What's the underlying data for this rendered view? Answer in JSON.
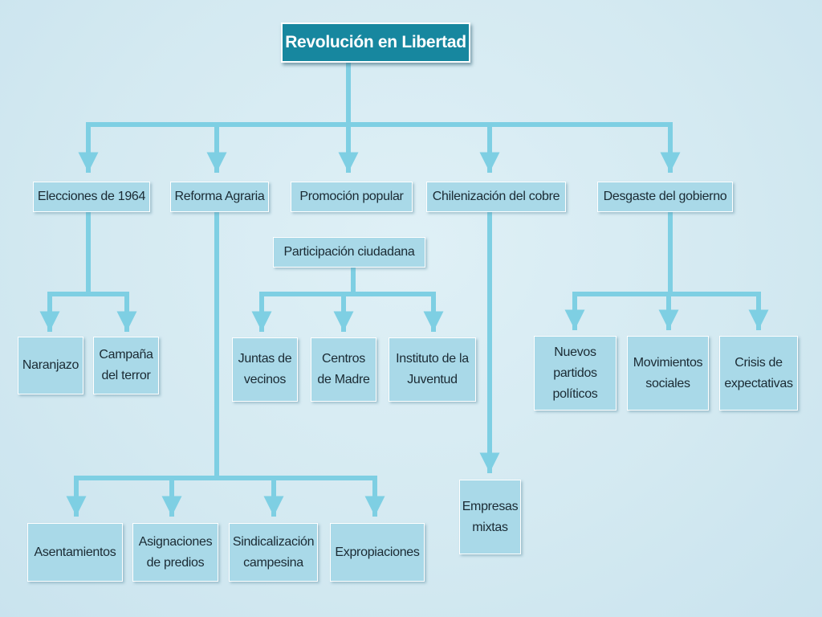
{
  "diagram": {
    "root": "Revolución en Libertad",
    "branches": {
      "elecciones": "Elecciones de 1964",
      "reforma": "Reforma Agraria",
      "promocion": "Promoción popular",
      "chilenizacion": "Chilenización del cobre",
      "desgaste": "Desgaste del gobierno"
    },
    "participacion": "Participación ciudadana",
    "elecciones_children": [
      "Naranjazo",
      "Campaña\ndel terror"
    ],
    "promocion_children": [
      "Juntas de\nvecinos",
      "Centros\nde Madre",
      "Instituto de la\nJuventud"
    ],
    "reforma_children": [
      "Asentamientos",
      "Asignaciones\nde predios",
      "Sindicalización\ncampesina",
      "Expropiaciones"
    ],
    "chilenizacion_children": [
      "Empresas\nmixtas"
    ],
    "desgaste_children": [
      "Nuevos\npartidos\npolíticos",
      "Movimientos\nsociales",
      "Crisis de\nexpectativas"
    ]
  },
  "colors": {
    "line": "#7ecfe3",
    "box": "#a9d9e8",
    "root": "#17879f",
    "background": "#d6ebf2"
  }
}
